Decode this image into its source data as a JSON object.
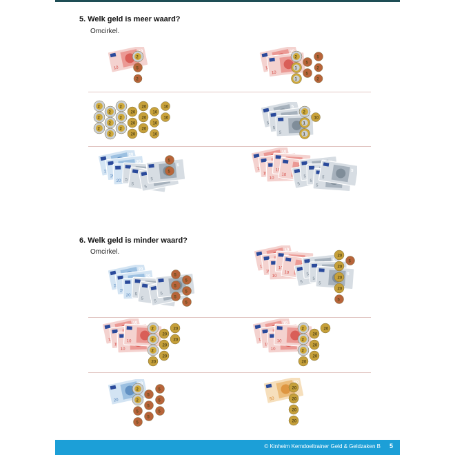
{
  "q5": {
    "title": "5.  Welk geld is meer waard?",
    "instruction": "Omcirkel."
  },
  "q6": {
    "title": "6.  Welk geld is minder waard?",
    "instruction": "Omcirkel."
  },
  "footer": {
    "copyright": "© Kinheim Kerndoeltrainer Geld & Geldzaken B",
    "page": "5"
  },
  "colors": {
    "footer": "#1c9fd7",
    "topbar": "#1e4d55",
    "divider": "#e2c6c3"
  },
  "groups": [
    {
      "name": "q5-r1-left",
      "notes": [
        {
          "v": "10",
          "n": 1
        }
      ],
      "coins": {
        "2e": 1,
        "1e": 0,
        "50c": 0,
        "20c": 0,
        "10c": 0,
        "5c": 1,
        "2c": 1
      }
    },
    {
      "name": "q5-r1-right",
      "notes": [
        {
          "v": "10",
          "n": 2
        }
      ],
      "coins": {
        "2e": 1,
        "1e": 2,
        "50c": 0,
        "20c": 0,
        "10c": 0,
        "5c": 3,
        "2c": 2
      }
    },
    {
      "name": "q5-r2-left",
      "notes": [],
      "coins": {
        "2e": 9,
        "1e": 0,
        "50c": 0,
        "20c": 6,
        "10c": 5,
        "5c": 0,
        "2c": 0
      }
    },
    {
      "name": "q5-r2-right",
      "notes": [
        {
          "v": "5",
          "n": 3
        }
      ],
      "coins": {
        "2e": 1,
        "1e": 2,
        "50c": 0,
        "20c": 0,
        "10c": 1,
        "5c": 0,
        "2c": 0
      }
    },
    {
      "name": "q5-r3-left",
      "notes": [
        {
          "v": "20",
          "n": 3
        },
        {
          "v": "5",
          "n": 4
        }
      ],
      "coins": {
        "2e": 0,
        "1e": 0,
        "50c": 0,
        "20c": 0,
        "10c": 0,
        "5c": 2,
        "2c": 0
      }
    },
    {
      "name": "q5-r3-right",
      "notes": [
        {
          "v": "10",
          "n": 5
        },
        {
          "v": "5",
          "n": 5
        }
      ],
      "coins": {}
    },
    {
      "name": "q6-r1-left",
      "notes": [
        {
          "v": "20",
          "n": 3
        },
        {
          "v": "5",
          "n": 4
        }
      ],
      "coins": {
        "2e": 0,
        "1e": 0,
        "50c": 0,
        "20c": 0,
        "10c": 0,
        "5c": 6,
        "2c": 0
      }
    },
    {
      "name": "q6-r1-right",
      "notes": [
        {
          "v": "10",
          "n": 5
        },
        {
          "v": "5",
          "n": 4
        }
      ],
      "coins": {
        "20c": 4,
        "5c": 2
      }
    },
    {
      "name": "q6-r2-left",
      "notes": [
        {
          "v": "10",
          "n": 4
        }
      ],
      "coins": {
        "2e": 3,
        "1e": 0,
        "50c": 0,
        "20c": 6,
        "10c": 0,
        "5c": 0,
        "2c": 0
      }
    },
    {
      "name": "q6-r2-right",
      "notes": [
        {
          "v": "10",
          "n": 4
        }
      ],
      "coins": {
        "2e": 3,
        "20c": 5
      }
    },
    {
      "name": "q6-r3-left",
      "notes": [
        {
          "v": "20",
          "n": 1
        }
      ],
      "coins": {
        "2e": 2,
        "5c": 8
      }
    },
    {
      "name": "q6-r3-right",
      "notes": [
        {
          "v": "50",
          "n": 1
        }
      ],
      "coins": {
        "20c": 4
      }
    }
  ]
}
